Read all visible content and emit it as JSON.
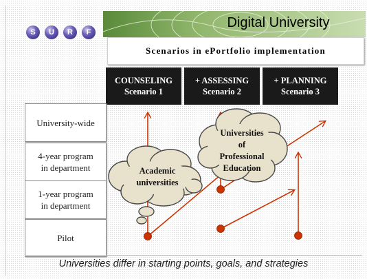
{
  "logo": {
    "letters": [
      "S",
      "U",
      "R",
      "F"
    ]
  },
  "header": {
    "title": "Digital University",
    "subtitle": "Scenarios in ePortfolio implementation"
  },
  "scenarios": [
    {
      "line1": "COUNSELING",
      "line2": "Scenario 1"
    },
    {
      "line1": "+ ASSESSING",
      "line2": "Scenario 2"
    },
    {
      "line1": "+ PLANNING",
      "line2": "Scenario 3"
    }
  ],
  "levels": [
    {
      "label": "University-wide"
    },
    {
      "label": "4-year program\nin department"
    },
    {
      "label": "1-year program\nin department"
    },
    {
      "label": "Pilot"
    }
  ],
  "clouds": {
    "academic": {
      "line1": "Academic",
      "line2": "universities"
    },
    "professional": {
      "line1": "Universities",
      "line2": "of",
      "line3": "Professional",
      "line4": "Education"
    }
  },
  "caption": "Universities differ in starting points, goals, and strategies",
  "colors": {
    "arrow": "#cc3300",
    "dot": "#cc3300",
    "cloud_fill": "#e8e2cc",
    "scenario_bg": "#1a1a1a"
  }
}
